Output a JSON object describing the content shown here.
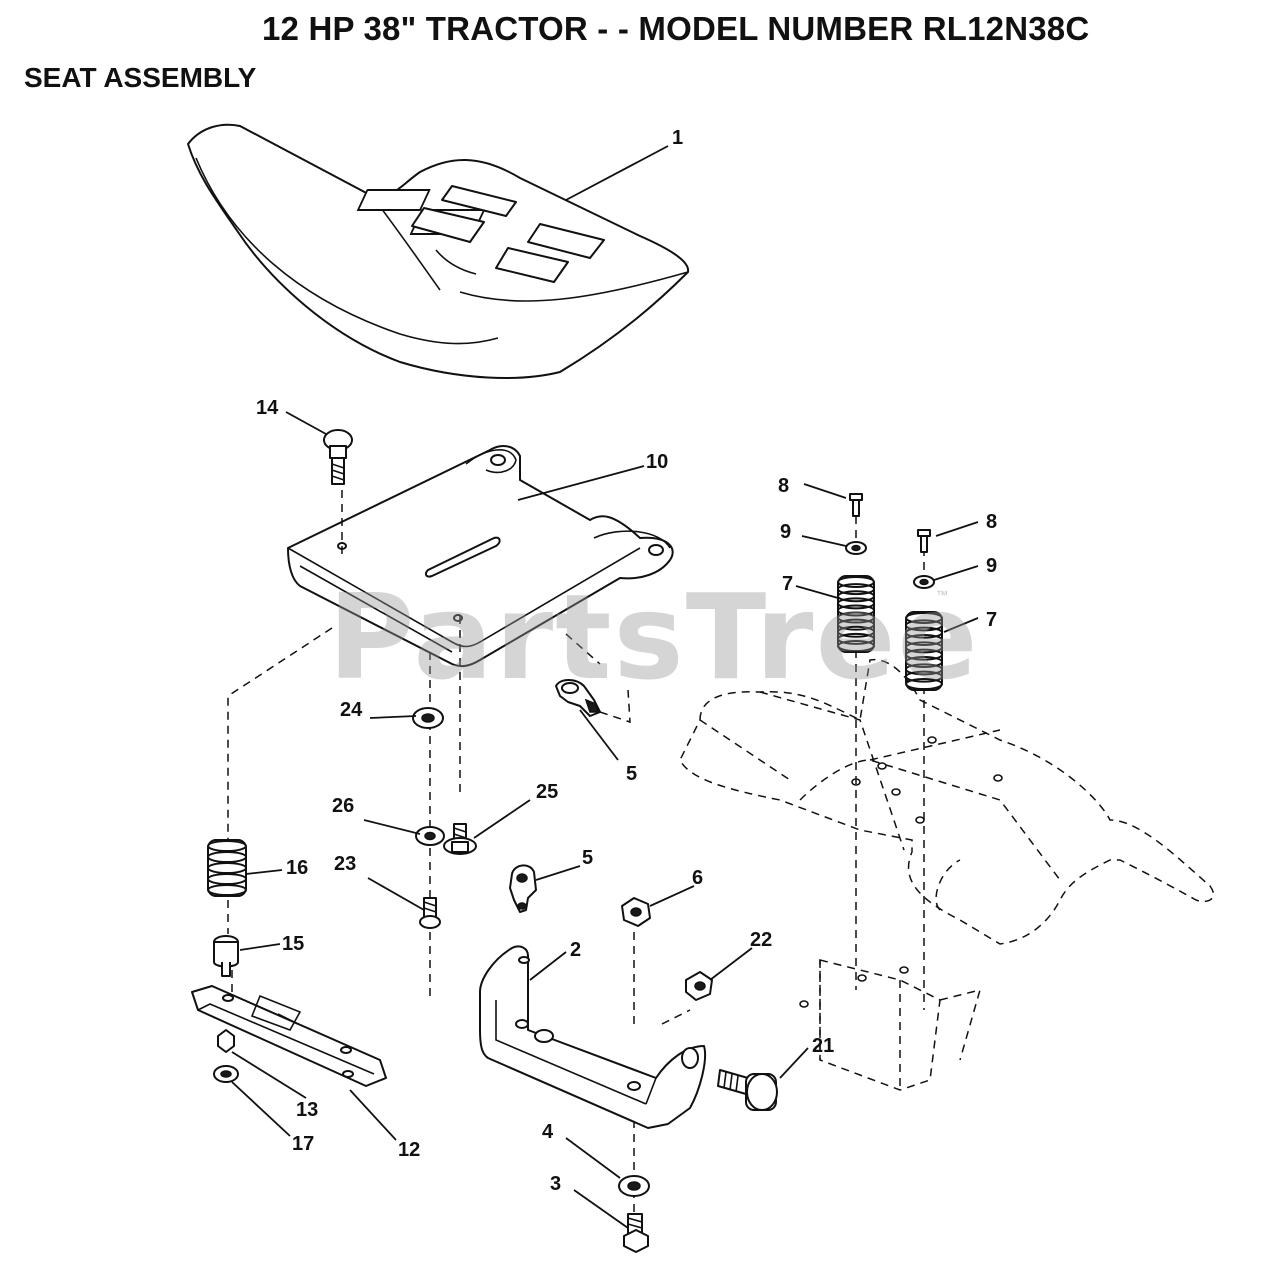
{
  "header": {
    "title": "12 HP 38\" TRACTOR - - MODEL NUMBER RL12N38C",
    "subtitle": "SEAT ASSEMBLY"
  },
  "watermark": {
    "text": "PartsTree",
    "mark": "™"
  },
  "callouts": {
    "c1": "1",
    "c2": "2",
    "c3": "3",
    "c4": "4",
    "c5a": "5",
    "c5b": "5",
    "c6": "6",
    "c7a": "7",
    "c7b": "7",
    "c8a": "8",
    "c8b": "8",
    "c9a": "9",
    "c9b": "9",
    "c10": "10",
    "c12": "12",
    "c13": "13",
    "c14": "14",
    "c15": "15",
    "c16": "16",
    "c17": "17",
    "c21": "21",
    "c22": "22",
    "c23": "23",
    "c24": "24",
    "c25": "25",
    "c26": "26"
  }
}
